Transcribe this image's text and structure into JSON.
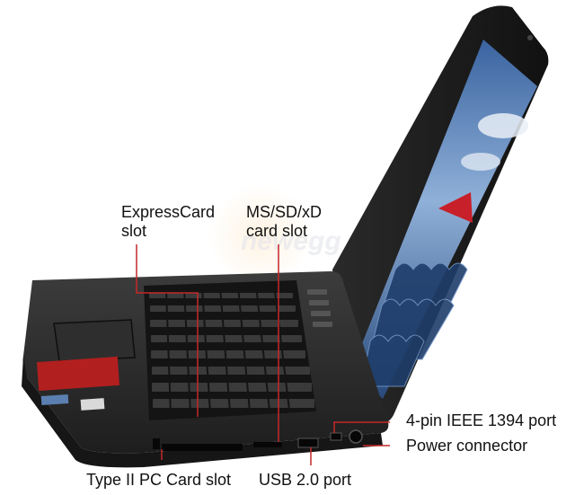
{
  "photo": {
    "subject": "laptop-computer",
    "watermark_text": "newegg"
  },
  "callouts": {
    "expresscard": {
      "line1": "ExpressCard",
      "line2": "slot"
    },
    "memory_card": {
      "line1": "MS/SD/xD",
      "line2": "card slot"
    },
    "ieee1394": {
      "text": "4-pin IEEE 1394 port"
    },
    "power": {
      "text": "Power connector"
    },
    "pc_card": {
      "text": "Type II PC Card slot"
    },
    "usb": {
      "text": "USB 2.0 port"
    }
  },
  "colors": {
    "chassis": "#2b2b2b",
    "screen_sky": "#5f86b8",
    "accent_red": "#c8202a",
    "leader_line": "#c62828"
  }
}
